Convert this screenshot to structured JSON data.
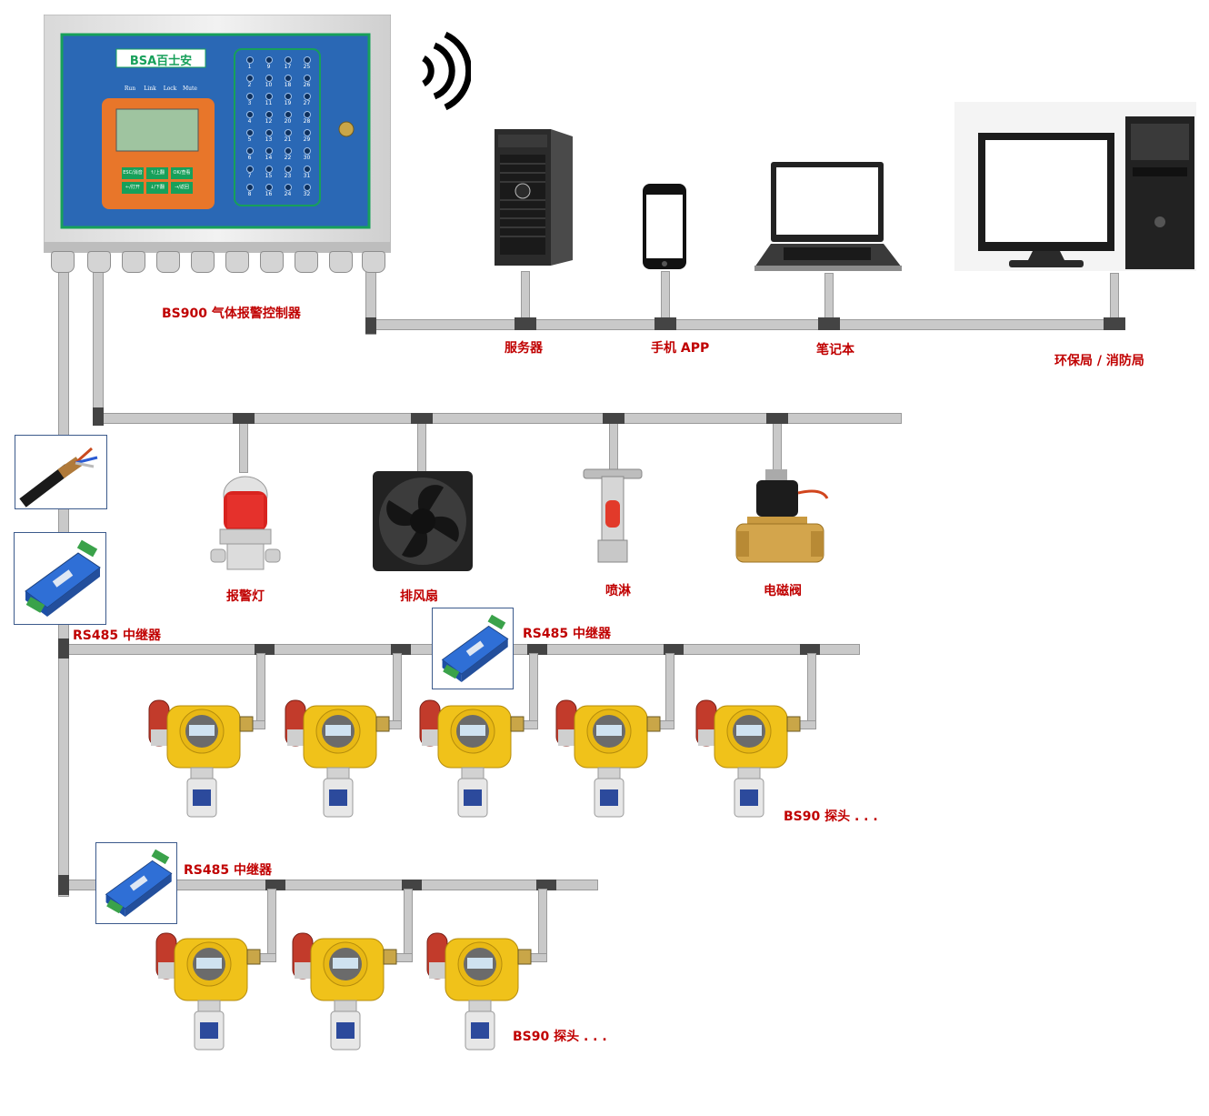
{
  "brand": {
    "logo_text": "BSA百士安"
  },
  "controller": {
    "label": "BS900 气体报警控制器",
    "status_labels": [
      "Run",
      "Link",
      "Lock",
      "Mute"
    ],
    "channels": [
      "1",
      "2",
      "3",
      "4",
      "5",
      "6",
      "7",
      "8",
      "9",
      "10",
      "11",
      "12",
      "13",
      "14",
      "15",
      "16",
      "17",
      "18",
      "19",
      "20",
      "21",
      "22",
      "23",
      "24",
      "25",
      "26",
      "27",
      "28",
      "29",
      "30",
      "31",
      "32"
    ],
    "keys": [
      "ESC/消音",
      "OK/查看",
      "↑/上翻",
      "↓/下翻",
      "←/打开",
      "→/返回"
    ]
  },
  "network": {
    "server": "服务器",
    "phone": "手机 APP",
    "laptop": "笔记本",
    "authority": "环保局 / 消防局"
  },
  "outputs": {
    "alarm_light": "报警灯",
    "exhaust_fan": "排风扇",
    "sprinkler": "喷淋",
    "solenoid_valve": "电磁阀"
  },
  "bus": {
    "repeater_1": "RS485 中继器",
    "repeater_2": "RS485 中继器",
    "repeater_3": "RS485 中继器",
    "probe_row_1": "BS90 探头 . . .",
    "probe_row_2": "BS90 探头 . . ."
  }
}
